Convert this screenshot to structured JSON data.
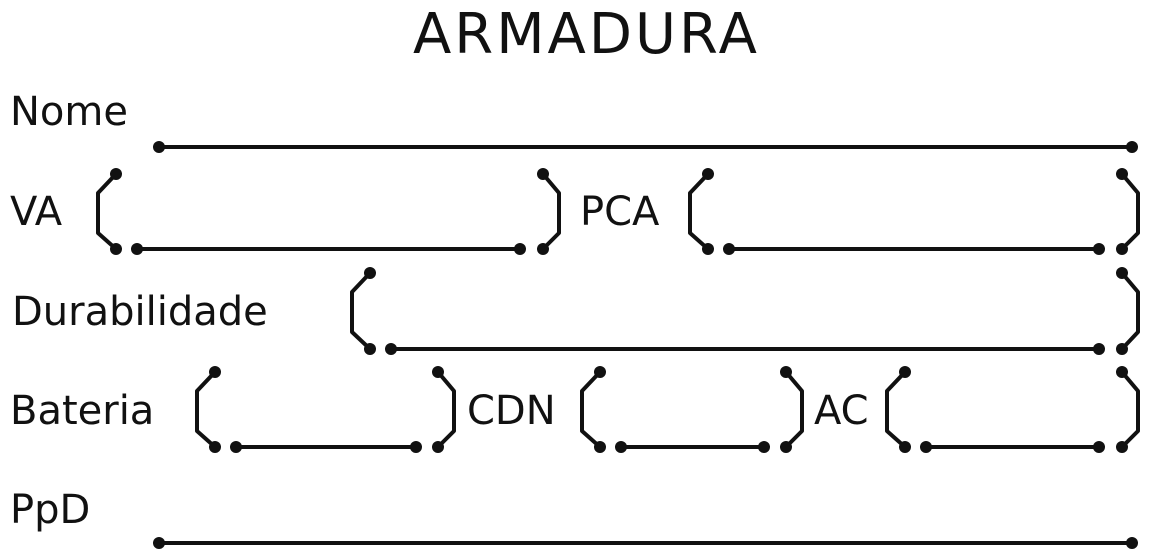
{
  "title": "ARMADURA",
  "labels": {
    "nome": "Nome",
    "va": "VA",
    "pca": "PCA",
    "durabilidade": "Durabilidade",
    "bateria": "Bateria",
    "cdn": "CDN",
    "ac": "AC",
    "ppd": "PpD"
  },
  "colors": {
    "ink": "#111111",
    "background": "#ffffff"
  }
}
